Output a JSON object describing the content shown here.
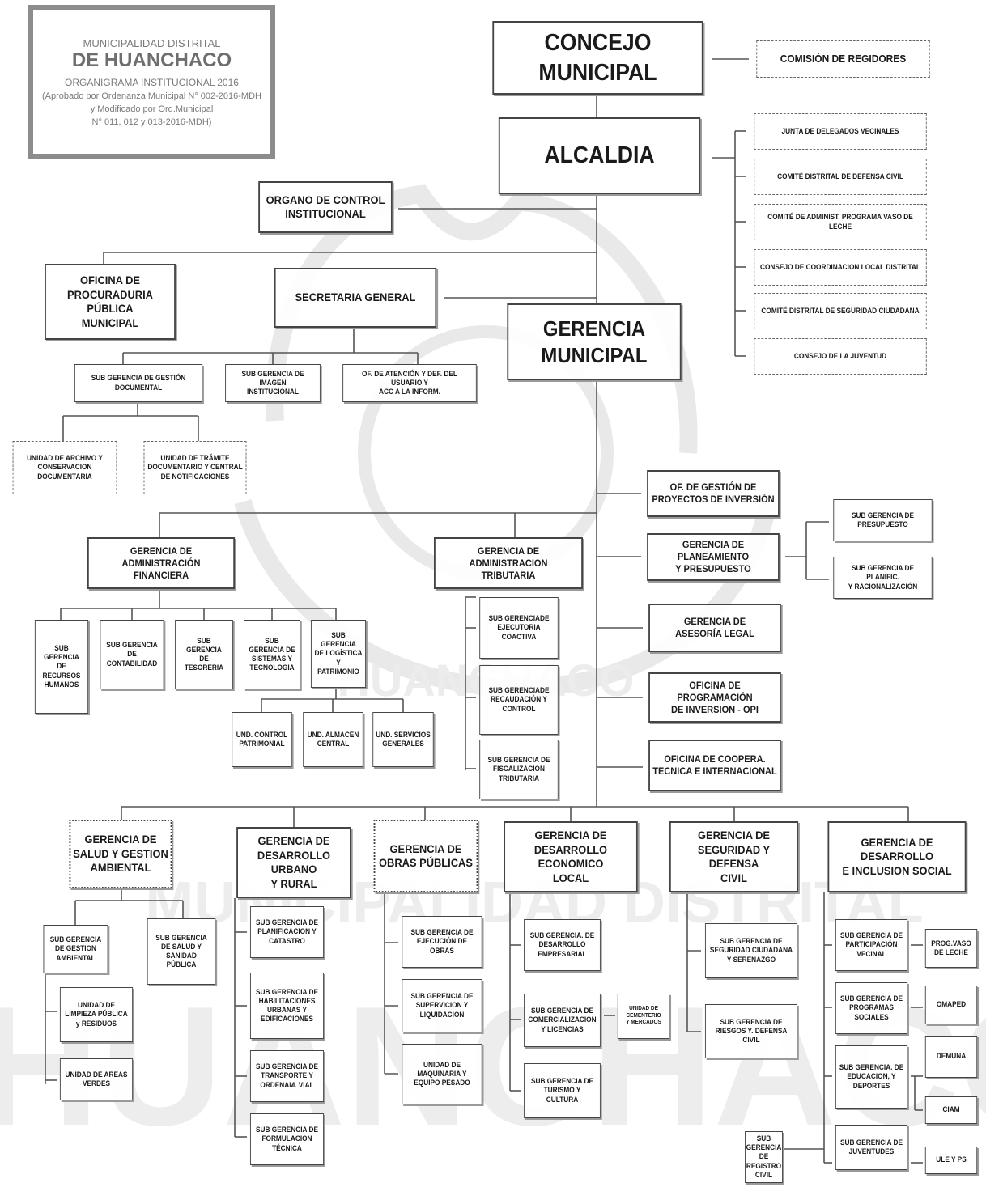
{
  "header": {
    "municipality_line1": "MUNICIPALIDAD DISTRITAL",
    "municipality_line2": "DE HUANCHACO",
    "chart_title": "ORGANIGRAMA INSTITUCIONAL 2016",
    "approval_line1": "(Aprobado por Ordenanza Municipal N° 002-2016-MDH",
    "approval_line2": "y Modificado por Ord.Municipal",
    "approval_line3": "N° 011, 012 y 013-2016-MDH)"
  },
  "watermark": {
    "line1": "HUANCHACO",
    "line2": "MUNICIPALIDAD DISTRITAL",
    "line3": "HUANCHACO"
  },
  "units": {
    "concejo": "CONCEJO MUNICIPAL",
    "comision_regidores": "COMISIÓN DE REGIDORES",
    "alcaldia": "ALCALDIA",
    "junta_delegados": "JUNTA DE DELEGADOS VECINALES",
    "comite_defensa_civil": "COMITÉ DISTRITAL DE DEFENSA CIVIL",
    "comite_vaso_leche": "COMITÉ DE ADMINIST. PROGRAMA VASO DE LECHE",
    "consejo_coordinacion": "CONSEJO DE COORDINACION LOCAL DISTRITAL",
    "comite_seguridad": "COMITÉ DISTRITAL DE SEGURIDAD CIUDADANA",
    "consejo_juventud": "CONSEJO DE LA JUVENTUD",
    "organo_control": "ORGANO DE CONTROL\nINSTITUCIONAL",
    "procuraduria": "OFICINA DE\nPROCURADURIA PÚBLICA\nMUNICIPAL",
    "secretaria": "SECRETARIA GENERAL",
    "gerencia_municipal": "GERENCIA MUNICIPAL",
    "sg_gestion_documental": "SUB GERENCIA DE GESTIÓN DOCUMENTAL",
    "sg_imagen": "SUB GERENCIA DE IMAGEN\nINSTITUCIONAL",
    "of_atencion_usuario": "OF. DE ATENCIÓN Y DEF. DEL USUARIO Y\nACC A LA INFORM.",
    "unidad_archivo": "UNIDAD DE ARCHIVO Y\nCONSERVACION\nDOCUMENTARIA",
    "unidad_tramite": "UNIDAD DE TRÁMITE\nDOCUMENTARIO Y CENTRAL\nDE NOTIFICACIONES",
    "of_proyectos_inversion": "OF. DE GESTIÓN DE\nPROYECTOS DE INVERSIÓN",
    "gerencia_planeamiento": "GERENCIA DE PLANEAMIENTO\nY PRESUPUESTO",
    "sg_presupuesto": "SUB GERENCIA DE\nPRESUPUESTO",
    "sg_planificacion": "SUB GERENCIA DE PLANIFIC.\nY RACIONALIZACIÓN",
    "gerencia_asesoria": "GERENCIA DE\nASESORÍA LEGAL",
    "of_programacion_opi": "OFICINA DE PROGRAMACIÓN\nDE INVERSION - OPI",
    "of_cooperacion": "OFICINA  DE COOPERA.\nTECNICA  E INTERNACIONAL",
    "gerencia_adm_financiera": "GERENCIA DE ADMINISTRACIÓN\nFINANCIERA",
    "gerencia_adm_tributaria": "GERENCIA DE ADMINISTRACION\nTRIBUTARIA",
    "sg_rrhh": "SUB\nGERENCIA\nDE\nRECURSOS\nHUMANOS",
    "sg_contabilidad": "SUB GERENCIA\nDE\nCONTABILIDAD",
    "sg_tesoreria": "SUB\nGERENCIA\nDE\nTESORERIA",
    "sg_sistemas": "SUB\nGERENCIA DE\nSISTEMAS  Y\nTECNOLOGIA",
    "sg_logistica": "SUB GERENCIA\nDE LOGÍSTICA Y\nPATRIMONIO",
    "und_control_patrimonial": "UND. CONTROL\nPATRIMONIAL",
    "und_almacen": "UND. ALMACEN\nCENTRAL",
    "und_servicios": "UND. SERVICIOS\nGENERALES",
    "sg_ejecutoria": "SUB GERENCIADE\nEJECUTORIA\nCOACTIVA",
    "sg_recaudacion": "SUB GERENCIADE\nRECAUDACIÓN Y\nCONTROL",
    "sg_fiscalizacion": "SUB GERENCIA DE\nFISCALIZACIÓN\nTRIBUTARIA",
    "gerencia_salud": "GERENCIA DE\nSALUD Y GESTION\nAMBIENTAL",
    "gerencia_urbano": "GERENCIA DE\nDESARROLLO URBANO\nY RURAL",
    "gerencia_obras": "GERENCIA DE\nOBRAS PÚBLICAS",
    "gerencia_economico": "GERENCIA DE\nDESARROLLO ECONOMICO\nLOCAL",
    "gerencia_seguridad": "GERENCIA DE\nSEGURIDAD Y  DEFENSA\nCIVIL",
    "gerencia_inclusion": "GERENCIA DE DESARROLLO\nE INCLUSION SOCIAL",
    "sg_gestion_ambiental": "SUB GERENCIA\nDE GESTION\nAMBIENTAL",
    "sg_salud_sanidad": "SUB GERENCIA\nDE SALUD  Y\nSANIDAD\nPÚBLICA",
    "unidad_limpieza": "UNIDAD DE\nLIMPIEZA PÚBLICA\ny RESIDUOS",
    "unidad_areas_verdes": "UNIDAD DE AREAS\nVERDES",
    "sg_planificacion_catastro": "SUB GERENCIA DE\nPLANIFICACION Y\nCATASTRO",
    "sg_habilitaciones": "SUB GERENCIA DE\nHABILITACIONES\nURBANAS Y\nEDIFICACIONES",
    "sg_transporte": "SUB GERENCIA DE\nTRANSPORTE  Y\nORDENAM. VIAL",
    "sg_formulacion": "SUB GERENCIA DE\nFORMULACION\nTÉCNICA",
    "sg_ejecucion_obras": "SUB GERENCIA DE\nEJECUCIÓN DE OBRAS",
    "sg_supervision": "SUB GERENCIA DE\nSUPERVICION Y\nLIQUIDACION",
    "unidad_maquinaria": "UNIDAD DE\nMAQUINARIA Y\nEQUIPO PESADO",
    "sg_desarrollo_empresarial": "SUB GERENCIA. DE\nDESARROLLO\nEMPRESARIAL",
    "sg_comercializacion": "SUB GERENCIA DE\nCOMERCIALIZACION\nY  LICENCIAS",
    "unidad_cementerio": "UNIDAD DE\nCEMENTERIO\nY MERCADOS",
    "sg_turismo": "SUB GERENCIA DE\nTURISMO Y\nCULTURA",
    "sg_seguridad_ciudadana": "SUB GERENCIA DE\nSEGURIDAD CIUDADANA\nY SERENAZGO",
    "sg_riesgos": "SUB GERENCIA DE\nRIESGOS Y. DEFENSA\nCIVIL",
    "sg_registro_civil": "SUB GERENCIA\nDE REGISTRO\nCIVIL",
    "sg_participacion": "SUB GERENCIA DE\nPARTICIPACIÓN\nVECINAL",
    "sg_programas_sociales": "SUB GERENCIA DE\nPROGRAMAS\nSOCIALES",
    "sg_educacion": "SUB GERENCIA. DE\nEDUCACION, Y\nDEPORTES",
    "sg_juventudes": "SUB GERENCIA DE\nJUVENTUDES",
    "prog_vaso_leche": "PROG.VASO\nDE LECHE",
    "omaped": "OMAPED",
    "demuna": "DEMUNA",
    "ciam": "CIAM",
    "ule_pfs": "ULE Y PS"
  }
}
